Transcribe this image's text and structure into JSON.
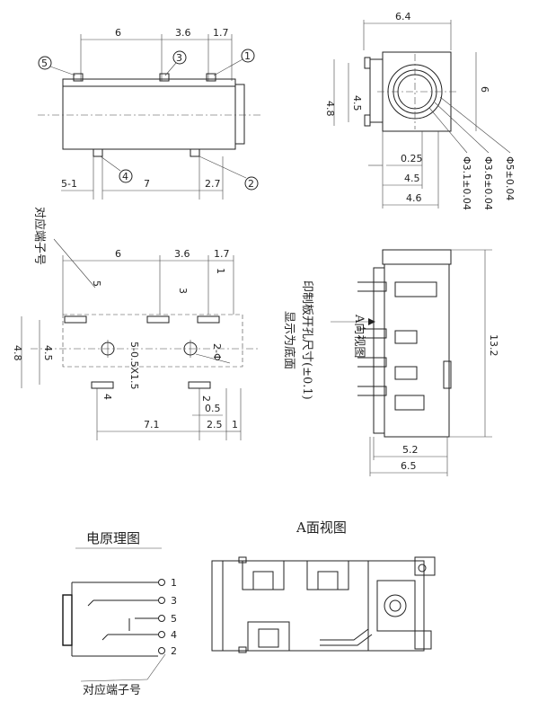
{
  "top_left": {
    "dims": [
      "6",
      "3.6",
      "1.7",
      "5-1",
      "7",
      "2.7"
    ],
    "pins": [
      "5",
      "3",
      "1",
      "4",
      "2"
    ]
  },
  "top_right": {
    "dims": [
      "6.4",
      "4.8",
      "4.5",
      "6",
      "0.25",
      "4.5",
      "4.6"
    ],
    "diameters": [
      "Φ3.1±0.04",
      "Φ3.6±0.04",
      "Φ5±0.04"
    ]
  },
  "pcb_view": {
    "callout_label": "对应端子号",
    "dims": [
      "6",
      "3.6",
      "1.7",
      "4.8",
      "4.5",
      "7.1",
      "2.5",
      "1",
      "0.5",
      "2-Φ",
      "5-0.5X1.5"
    ],
    "pin_marks": [
      "5",
      "3",
      "1",
      "4",
      "2"
    ],
    "note_line1": "印制板开孔尺寸(±0.1)",
    "note_line2": "显示为底面"
  },
  "side_view": {
    "arrow_label": "A向视图",
    "dims": [
      "13.2",
      "5.2",
      "6.5"
    ]
  },
  "schematic": {
    "title": "电原理图",
    "pins": [
      "1",
      "3",
      "5",
      "4",
      "2"
    ],
    "caption": "对应端子号"
  },
  "a_view": {
    "title": "A面视图"
  }
}
